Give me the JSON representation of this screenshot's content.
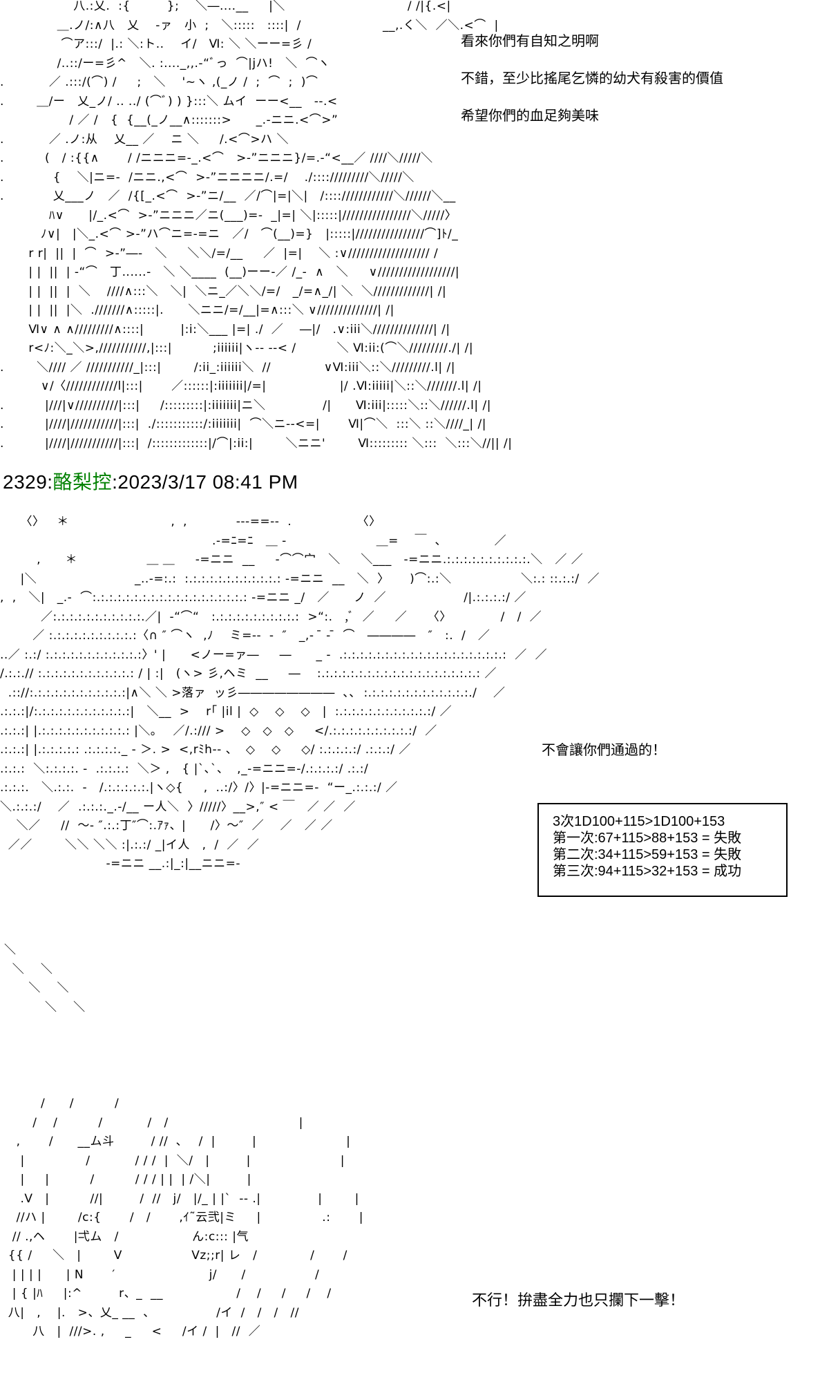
{
  "post": {
    "number": "2329",
    "author": "酪梨控",
    "timestamp": "2023/3/17 08:41 PM"
  },
  "scene1": {
    "art": [
      "                  八.:乂.  :{         };    ＼―....__     |＼                              / /|{.<|",
      "              ＿.ノ/:∧八   乂    ‐ァ   小  ;   ＼:::::   ::::|  /                    __,.く＼  ／＼.<⌒  |",
      "               ⌒ア:::/  |.: ＼:ト..    イ/   Ⅵ: ＼ ＼ーー=彡 /",
      "              /..::/ー=彡^   ＼. :...._,,.‐“ﾞっ  ⌒|jハ!   ＼  ⌒ヽ",
      ".           ／ .:::/(⌒) /     ;   ＼    '~ヽ ,(_ノ /  ;  ⌒  ;  )⌒",
      ".        ＿/ー   乂_ノ/ .. ../ (⌒ﾞ) ) }:::＼ ムイ  ーー<__   ‐-.<",
      "                 / ／ /   {  {__(_ノ__∧:::::::>      _.-ニニ.<⌒>”",
      ".           ／ .ノ:从    乂__ ／    ニ ＼     /.<⌒>ハ ＼",
      ".          (   / :{{∧       / /ニニニ=-_.<⌒   >‐”ニニニ}/=.‐“<__／ ////＼/////＼",
      ".            {    ＼|ニ=-  /ニニ.,<⌒  >‐”ニニニニ/.=/    ./:::://///////＼/////＼",
      ".            乂___ノ   ／  /{[_.<⌒  >‐”ニ/__  ／/⌒|=|＼|   /::::////////////＼//////＼__",
      "            ﾊ∨      |/_.<⌒  >‐”ニニニ／ニ(___)=-  _|=| ＼|:::::|////////////////＼/////〉",
      "          ﾉ∨|   |＼_.<⌒ >‐”ハ⌒ニ=-=ニ   ／/   ⌒(__)=}   |:::::|////////////////⌒]ﾄ/_",
      "       r r|  ||  |  ⌒  >‐”―‐   ＼     ＼＼/=/__     ／  |=|    ＼ :∨/////////////////// /",
      "       | |  ||  | ‐“⌒   丁‥‥‥‐   ＼ ＼____  (__)ーー-／ /_-  ∧   ＼     ∨//////////////////|",
      "       | |  ||  |  ＼    ////∧:::＼   ＼|  ＼ニ_／＼＼/=/   _/=∧_/| ＼  ＼/////////////| /|",
      "       | |  ||  |＼  .///////∧:::::|.      ＼ニニ/=/__|=∧:::＼ ∨//////////////| /|",
      "       Ⅵ∨ ∧ ∧/////////∧::::|         |:i:＼___ |=| ./  ／    ―|/   .∨:iii＼//////////////| /|",
      "       r<ﾉ:＼_＼>,///////////,|:::|          ;iiiiii|ヽ-- -‐< /          ＼ Ⅵ:ii:(⌒＼/////////./| /|",
      ".        ＼//// ／ ///////////_|:::|        /:ii_:iiiiii＼  //             ∨Ⅵ:iii＼::＼/////////.l| /|",
      "          ∨/〈////////////l|:::|       ／::::::|:iiiiiii|/=|                  |/ .Ⅵ:iiiii|＼::＼///////.l| /|",
      ".          |///|∨//////////|:::|     /:::::::::|:iiiiiii|ニ＼              /|      Ⅵ:iii|:::::＼::＼//////.l| /|",
      ".          |////|///////////|:::|  ./:::::::::::/:iiiiiii|  ⌒＼ニ‐‐<=|       Ⅵ|⌒＼  :::＼ ::＼////_| /|",
      ".          |////|///////////|:::|  /:::::::::::::|/⌒|:ii:|        ＼ニニ'        Ⅵ::::::::: ＼:::  ＼:::＼//|| /|"
    ],
    "dialogs": [
      "看來你們有自知之明啊",
      "不錯，至少比搖尾乞憐的幼犬有殺害的價值",
      "希望你們的血足夠美味"
    ]
  },
  "scene2": {
    "art": [
      "     〈〉   ＊                         ,  ,            ---==--  .                〈〉",
      "                                                    .-=ﾆ=ﾆ   ＿ -                      ＿=    ￣  ､             ／",
      "         ,      ＊                 ＿ ＿     -=ニニ  __     ‐⌒⌒宀   ＼     ＼___   -=ニニ.:.:.:.:.:.:.:.:.:.:.＼   ／ ／",
      "     |＼                        _..-=:.:  :.:.:.:.:.:.:.:.:.:.:.: -=ニニ  __   ＼  〉     )⌒:.:＼                 ＼:.: ::.:.:/  ／",
      ",  ,   ＼|   _.-  ⌒:.:.:.:.:.:.:.:.:.:.:.:.:.:.:.:.:.:.: -=ニニ _/   ／      ノ  ／                   /|.:.:.:.:/ ／",
      "          ／:.:.:.:.:.:.:.:.:.:.:.／|  ‐“⌒“   :.:.:.:.:.:.:.:.:.:.:  >“:.   ,ﾞ  ／     ／     〈〉            /   /  ／",
      "        ／ :.:.:.:.:.:.:.:.:.:.:〈∩ ″ ⌒ヽ  ,ﾉ    ミ=--  -  ″   _,-  ̄ - ̄  ⌒   ――――   ″   :.  /   ／",
      "..／ :.:/ :.:.:.:.:.:.:.:.:.:.:.:〉' |      <ノー=ァ―     ―      _ -  .:.:.:.:.:.:.:.:.:.:.:.:.:.:.:.:.:.:.:.:  ／  ／",
      "/.:.:.// :.:.:.:.:.:.:.:.:.:.:.: / | :|   (ヽ> 彡,ヘミ  __     ―    :.:.:.:.:.:.:.:.:.:.:.:.:.:.:.:.:.:.:.: ／",
      "  .:://:.:.:.:.:.:.:.:.:.:.:.:|∧＼ ＼ >落ァ  ッ彡――――――――  ､､  :.:.:.:.:.:.:.:.:.:.:.:.:./    ／",
      ".:.:.:|/:.:.:.:.:.:.:.:.:.:.:.:|   ＼__  >    r｢ |il |  ◇    ◇    ◇   |  :.:.:.:.:.:.:.:.:.:.:.:/ ／",
      ".:.:.:| |.:.:.:.:.:.:.:.:.:.:.: |＼｡    ／/.:/// >    ◇   ◇   ◇     </.:.:.:.:.:.:.:.:.:.:/  ／",
      ".:.:.:| |.:.:.:.:.: .:.:.:.:._ - ＞. >  <,rﾐh-- 、  ◇    ◇     ◇/ :.:.:.:.:/ .:.:.:/ ／",
      ".:.:.:  ＼:.:.:.:. -  .:.:.:.:  ＼＞ ,   { |`､`、  ,_-=ニニ=-/.:.:.:.:/ .:.:/",
      ".:.:.:.   ＼.:.:.  ‐   /.:.:.:.:.:.|ヽ◇{     ,  ..:/〉/〉|-=ニニ=-  “ー_.:.:.:/ ／",
      "＼.:.:.:/    ／  .:.:.:._.‐/__ ー人＼  〉/////〉__>,″ < ￣   ／ ／  ／",
      "    ＼／     //  〜- ″.:.:丁″⌒:.ｱｧ、|      /〉〜″  ／    ／   ／ ／",
      "  ／／        ＼＼ ＼＼ :|.:.:/ _|イ人   ,  /  ／  ／",
      "                          -=ニニ __.:|_:|__ニニ=-"
    ],
    "dialog": "不會讓你們通過的！",
    "dice": {
      "header": "3次1D100+115>1D100+153",
      "rolls": [
        "第一次:67+115>88+153 = 失敗",
        "第二次:34+115>59+153 = 失敗",
        "第三次:94+115>32+153 = 成功"
      ]
    }
  },
  "scene3": {
    "slashes": [
      "＼",
      "  ＼    ＼",
      "      ＼    ＼",
      "          ＼    ＼"
    ],
    "art": [
      "          /      /          /",
      "        /    /          /           /   /                                |",
      "    ,       /      __ム斗         / //  ､    /  |         |                      |",
      "     |               /           / / /  |  ＼/   |         |                      |",
      "     |     |          /          / / / | |  | /＼|         |",
      "     .V   |          //|         /  //   j/   |/_ | |`  -- .|              |        |",
      "    //ハ |        /c:{       /   /       ,ｲ˜云弐|ミ     |               .:       |",
      "   // .,ヘ       |弌ム   /                  ん:c::: |气",
      "  {{ /     ＼   |        V                 Vz;;r| レ   /             /       /",
      "   | | | |      | N       ′                       j/      /                 /",
      "   | { |ﾊ     |:^         r、_  __                  /    /     /     /    /",
      "  八|   ,    |.   >、乂_ __  、               /イ  /   /   /   //",
      "        八   |  ///>. ,     _     <     /イ /  |   //  ／"
    ],
    "dialog": "不行！拚盡全力也只攔下一擊！"
  }
}
